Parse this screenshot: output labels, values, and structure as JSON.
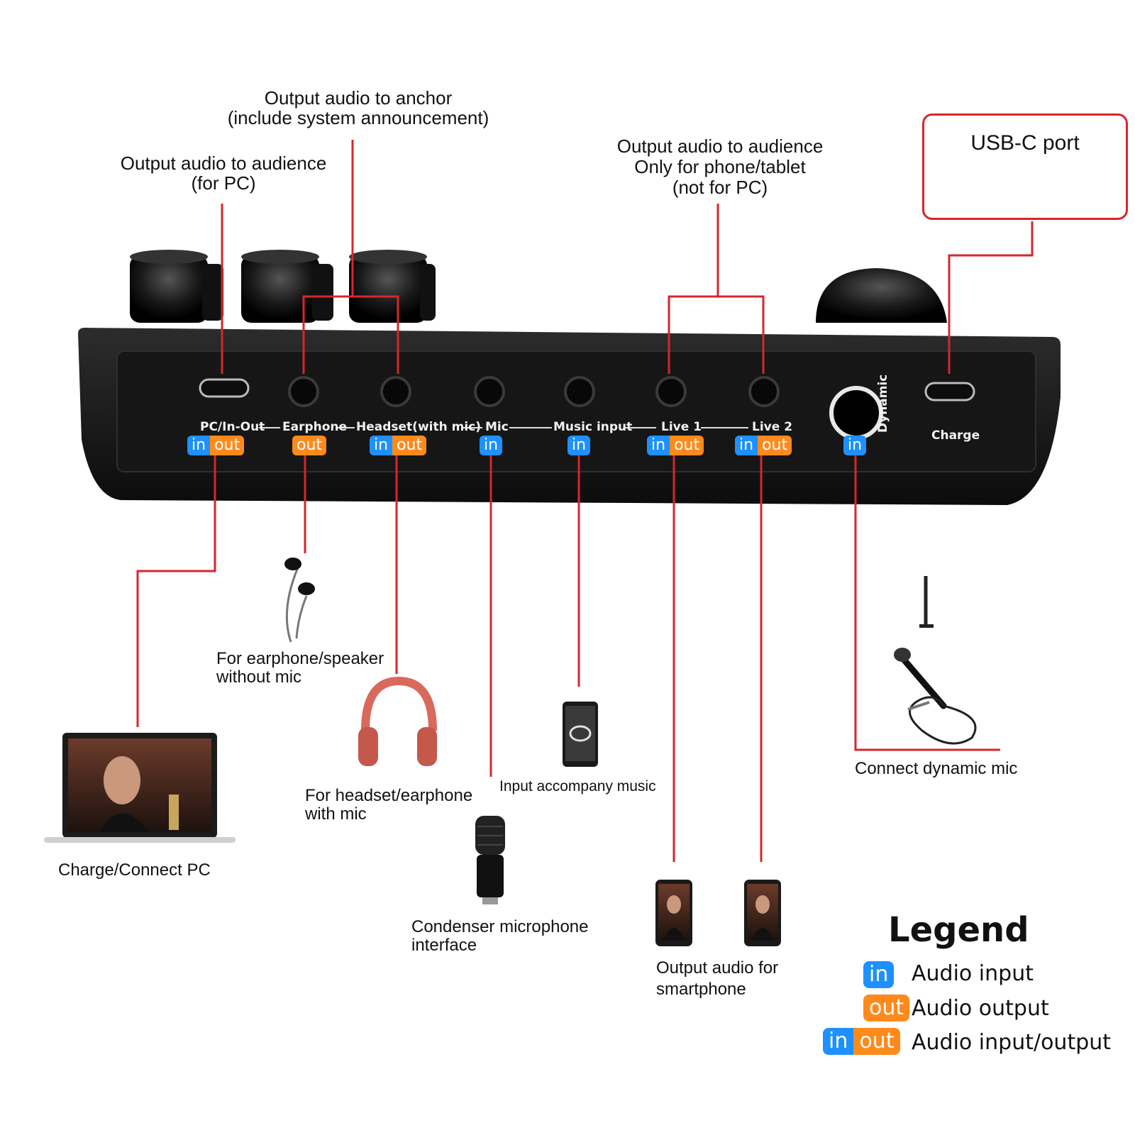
{
  "top_labels": {
    "anchor_line1": "Output audio to anchor",
    "anchor_line2": "(include system announcement)",
    "audience_pc_line1": "Output audio to audience",
    "audience_pc_line2": "(for PC)",
    "audience_phone_line1": "Output audio to audience",
    "audience_phone_line2": "Only for phone/tablet",
    "audience_phone_line3": "(not for PC)"
  },
  "usb_c": {
    "title": "USB-C port"
  },
  "ports": [
    {
      "label": "PC/In-Out",
      "badges": [
        "in",
        "out"
      ]
    },
    {
      "label": "Earphone",
      "badges": [
        "out"
      ]
    },
    {
      "label": "Headset(with mic)",
      "badges": [
        "in",
        "out"
      ]
    },
    {
      "label": "Mic",
      "badges": [
        "in"
      ]
    },
    {
      "label": "Music input",
      "badges": [
        "in"
      ]
    },
    {
      "label": "Live 1",
      "badges": [
        "in",
        "out"
      ]
    },
    {
      "label": "Live 2",
      "badges": [
        "in",
        "out"
      ]
    },
    {
      "label": "Dynamic",
      "badges": [
        "in"
      ]
    },
    {
      "label": "Charge",
      "badges": []
    }
  ],
  "device_labels": {
    "earphone_line1": "For earphone/speaker",
    "earphone_line2": "without mic",
    "headset_line1": "For headset/earphone",
    "headset_line2": "with mic",
    "music": "Input accompany music",
    "condenser_line1": "Condenser microphone",
    "condenser_line2": "interface",
    "pc": "Charge/Connect PC",
    "smartphone_line1": "Output audio for",
    "smartphone_line2": "smartphone",
    "dynamic_mic": "Connect dynamic mic"
  },
  "legend": {
    "title": "Legend",
    "input": "Audio input",
    "output": "Audio output",
    "input_output": "Audio input/output",
    "in_tag": "in",
    "out_tag": "out"
  },
  "colors": {
    "input_blue": "#1e90ff",
    "output_orange": "#ff8a1c",
    "line_red": "#d7262b",
    "device_black": "#1a1a1a"
  }
}
